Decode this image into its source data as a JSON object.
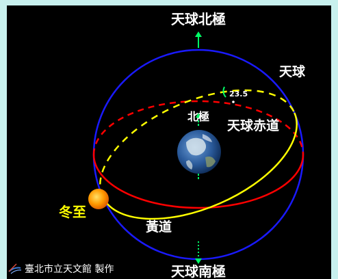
{
  "labels": {
    "north_celestial_pole": "天球北極",
    "south_celestial_pole": "天球南極",
    "celestial_sphere": "天球",
    "north_pole": "北極",
    "celestial_equator": "天球赤道",
    "ecliptic": "黃道",
    "winter_solstice": "冬至",
    "tilt_angle": "23.5",
    "credit": "臺北市立天文館 製作"
  },
  "colors": {
    "background": "#000000",
    "frame": "#c8f0ee",
    "sphere": "#1a1aff",
    "equator": "#ff0000",
    "ecliptic": "#ffff00",
    "pole_axis": "#00ff66",
    "sun": "#ff9900"
  }
}
